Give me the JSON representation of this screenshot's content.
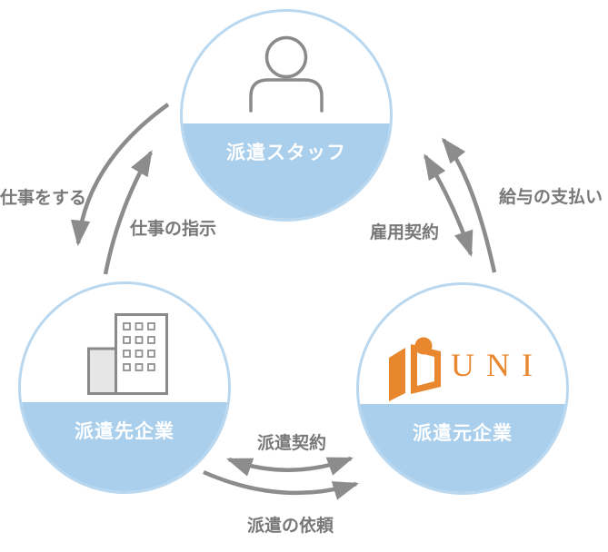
{
  "diagram": {
    "title": "temporary-staffing-relationship-diagram",
    "colors": {
      "circle_border": "#b9d8f0",
      "band_fill": "#a9cfec",
      "band_text": "#ffffff",
      "arrow": "#8c8c8c",
      "edge_label_text": "#787878",
      "icon_stroke": "#8a8a8a",
      "brand_orange": "#e8872e",
      "background": "#ffffff"
    },
    "nodes": {
      "staff": {
        "label": "派遣スタッフ",
        "icon": "person-icon"
      },
      "client": {
        "label": "派遣先企業",
        "icon": "building-icon"
      },
      "agency": {
        "label": "派遣元企業",
        "icon": "uni-logo",
        "logo_text": "UNI"
      }
    },
    "edges": {
      "do_work": {
        "label": "仕事をする",
        "from": "staff",
        "to": "client",
        "direction": "one-way"
      },
      "work_instructions": {
        "label": "仕事の指示",
        "from": "client",
        "to": "staff",
        "direction": "one-way"
      },
      "employment_contract": {
        "label": "雇用契約",
        "from": "agency",
        "to": "staff",
        "direction": "two-way"
      },
      "salary_payment": {
        "label": "給与の支払い",
        "from": "agency",
        "to": "staff",
        "direction": "one-way"
      },
      "dispatch_contract": {
        "label": "派遣契約",
        "from": "client",
        "to": "agency",
        "direction": "two-way"
      },
      "dispatch_request": {
        "label": "派遣の依頼",
        "from": "client",
        "to": "agency",
        "direction": "one-way"
      }
    }
  }
}
